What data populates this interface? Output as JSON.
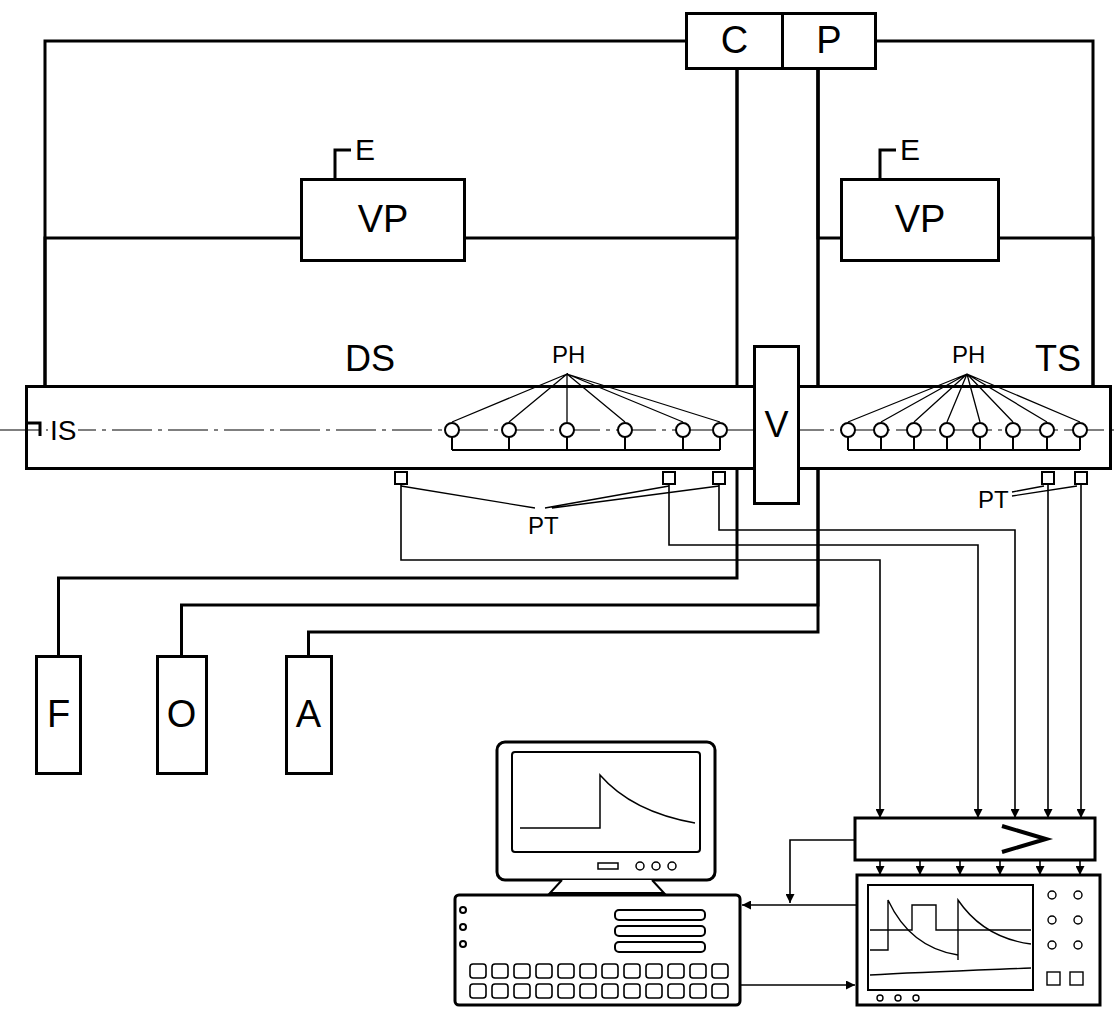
{
  "diagram": {
    "nodes": [
      {
        "text": [
          "C"
        ]
      },
      {
        "text": [
          "P"
        ]
      },
      {
        "text": [
          "VP"
        ]
      },
      {
        "text": [
          "VP"
        ]
      },
      {
        "text": [
          "DS",
          "IS"
        ]
      },
      {
        "text": [
          "V"
        ]
      },
      {
        "text": [
          "TS"
        ]
      },
      {
        "text": [
          "F"
        ]
      },
      {
        "text": [
          "O"
        ]
      },
      {
        "text": [
          "A"
        ]
      }
    ],
    "edges": [
      {
        "from": 0,
        "to": 4,
        "arrow": "none"
      },
      {
        "from": 1,
        "to": 6,
        "arrow": "none"
      },
      {
        "from": 2,
        "to": 4,
        "arrow": "none"
      },
      {
        "from": 2,
        "to": 0,
        "arrow": "none"
      },
      {
        "from": 3,
        "to": 1,
        "arrow": "none"
      },
      {
        "from": 3,
        "to": 6,
        "arrow": "none"
      },
      {
        "from": 7,
        "to": 0,
        "arrow": "none"
      },
      {
        "from": 8,
        "to": 1,
        "arrow": "none"
      },
      {
        "from": 9,
        "to": 1,
        "arrow": "none"
      }
    ],
    "labels": [
      "E",
      "E",
      "PH",
      "PH",
      "PT",
      "PT"
    ]
  }
}
